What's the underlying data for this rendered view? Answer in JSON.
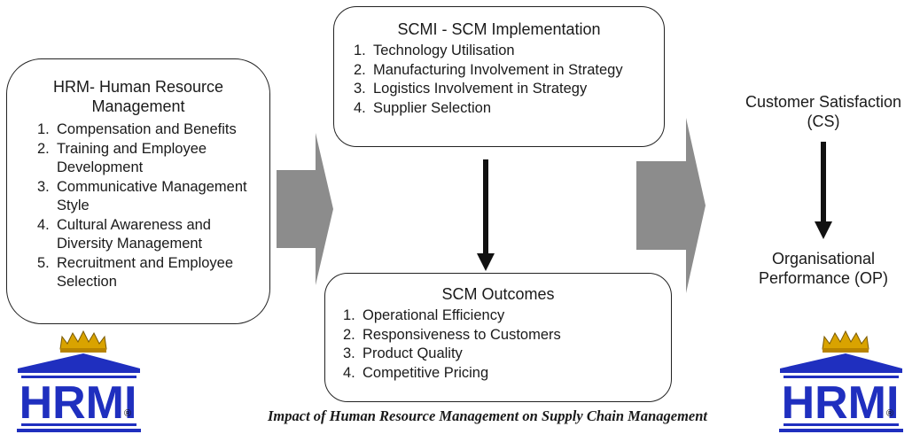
{
  "hrm": {
    "title": "HRM- Human Resource Management",
    "items": [
      {
        "num": "1.",
        "text": "Compensation and Benefits"
      },
      {
        "num": "2.",
        "text": "Training and Employee Development"
      },
      {
        "num": "3.",
        "text": "Communicative Management Style"
      },
      {
        "num": "4.",
        "text": "Cultural Awareness and Diversity Management"
      },
      {
        "num": "5.",
        "text": "Recruitment and Employee Selection"
      }
    ]
  },
  "scmi": {
    "title": "SCMI - SCM Implementation",
    "items": [
      {
        "num": "1.",
        "text": "Technology Utilisation"
      },
      {
        "num": "2.",
        "text": "Manufacturing Involvement in Strategy"
      },
      {
        "num": "3.",
        "text": "Logistics Involvement in Strategy"
      },
      {
        "num": "4.",
        "text": "Supplier Selection"
      }
    ]
  },
  "outcomes": {
    "title": "SCM Outcomes",
    "items": [
      {
        "num": "1.",
        "text": "Operational Efficiency"
      },
      {
        "num": "2.",
        "text": "Responsiveness to Customers"
      },
      {
        "num": "3.",
        "text": "Product Quality"
      },
      {
        "num": "4.",
        "text": "Competitive Pricing"
      }
    ]
  },
  "cs": {
    "line1": "Customer Satisfaction",
    "line2": "(CS)"
  },
  "op": {
    "line1": "Organisational",
    "line2": "Performance (OP)"
  },
  "caption": "Impact of Human Resource Management on Supply Chain Management",
  "logo": {
    "text": "HRMI",
    "mark": "®",
    "color": "#1f2fbf",
    "crown_color": "#d9a300"
  },
  "colors": {
    "block_arrow": "#8c8c8c",
    "line_arrow": "#111111"
  }
}
